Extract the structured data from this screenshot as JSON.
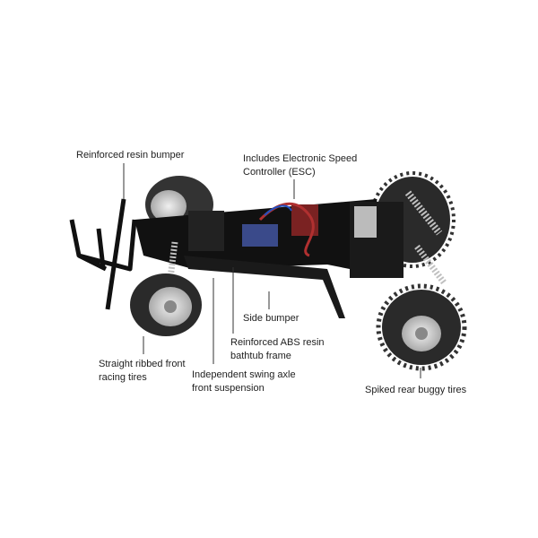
{
  "callouts": {
    "bumper": "Reinforced resin bumper",
    "esc_line1": "Includes Electronic Speed",
    "esc_line2": "Controller (ESC)",
    "side_bumper": "Side bumper",
    "frame_line1": "Reinforced  ABS resin",
    "frame_line2": "bathtub frame",
    "front_tires_line1": "Straight ribbed front",
    "front_tires_line2": "racing tires",
    "suspension_line1": "Independent swing axle",
    "suspension_line2": "front suspension",
    "rear_tires": "Spiked rear buggy tires"
  },
  "colors": {
    "chassis": "#111111",
    "tire": "#2a2a2a",
    "wheel": "#d8d8d8",
    "spring": "#c0c0c0",
    "text": "#1e1e1e"
  }
}
